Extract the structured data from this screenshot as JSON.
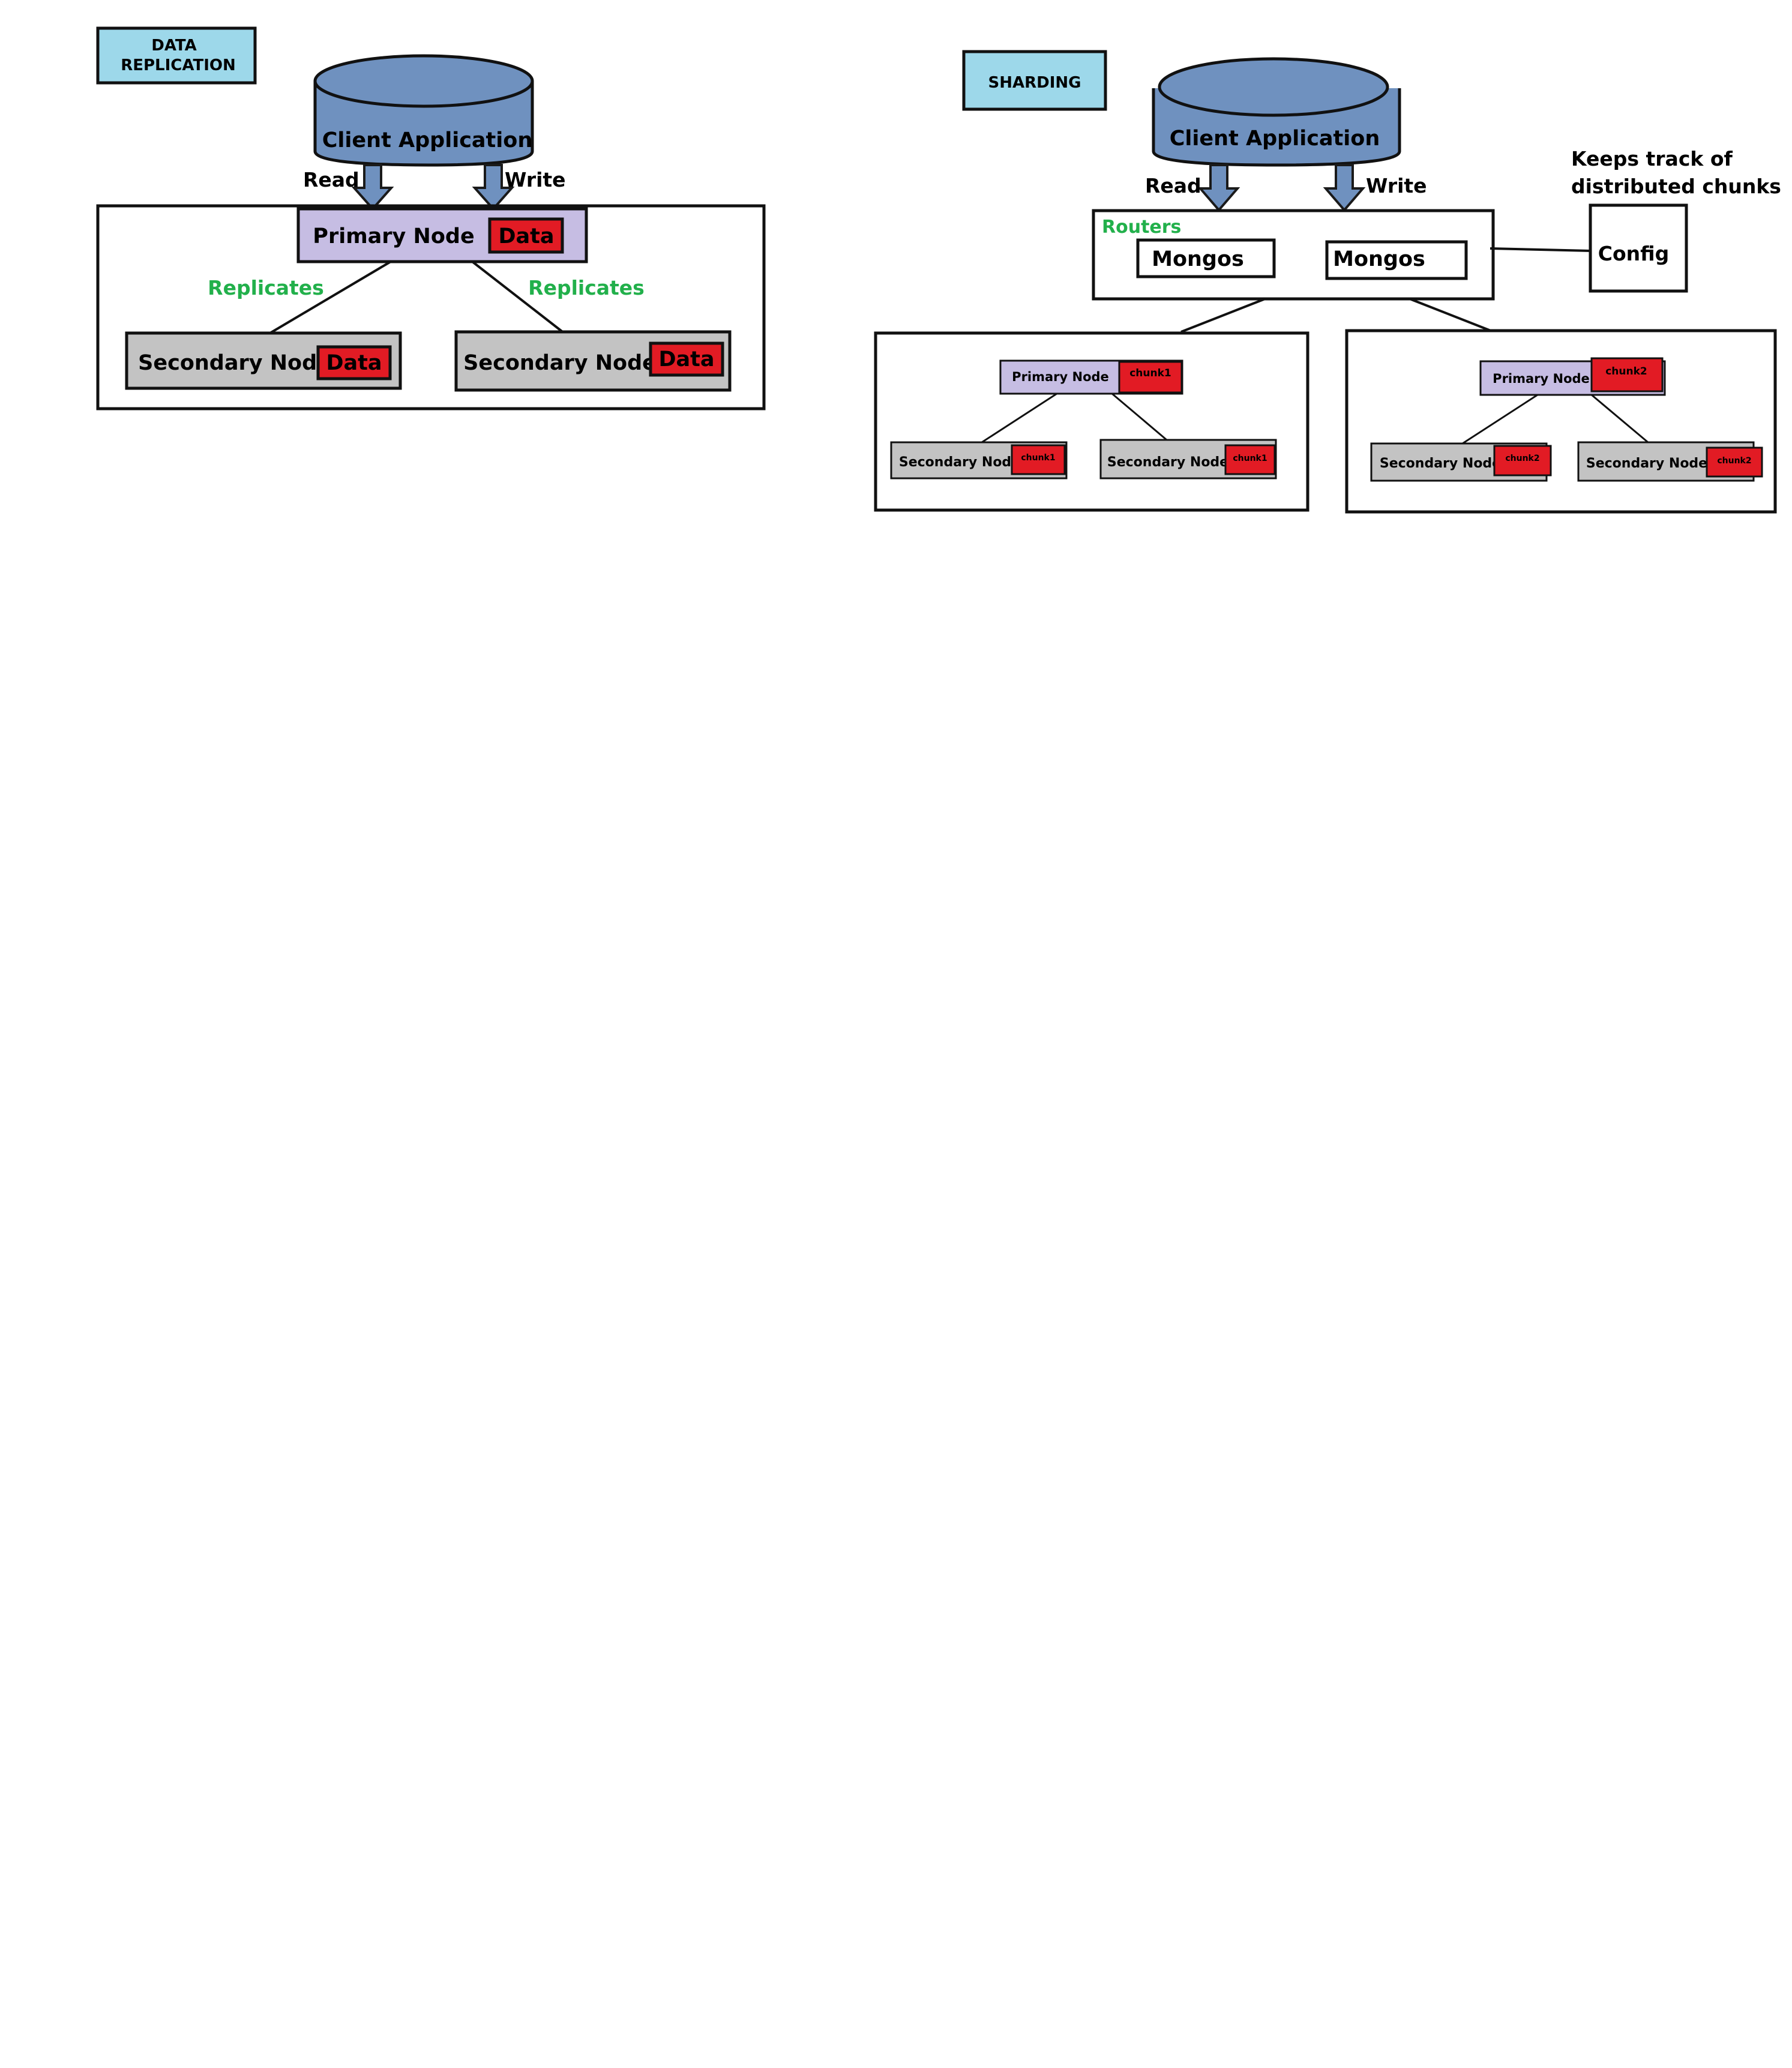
{
  "colors": {
    "cylinder": "#6f91bf",
    "primary_node": "#c6bde3",
    "secondary_node": "#c3c3c3",
    "data_chip": "#e21b24",
    "replicates_text": "#22b04b",
    "routers_text": "#22b04b",
    "title_badge": "#9dd8ea",
    "stroke": "#111111"
  },
  "replication": {
    "title_line1": "DATA",
    "title_line2": "REPLICATION",
    "client": "Client Application",
    "read": "Read",
    "write": "Write",
    "primary_label": "Primary Node",
    "primary_chip": "Data",
    "replicates_left": "Replicates",
    "replicates_right": "Replicates",
    "secondary_left_label": "Secondary Node",
    "secondary_left_chip": "Data",
    "secondary_right_label": "Secondary Node",
    "secondary_right_chip": "Data"
  },
  "sharding": {
    "title": "SHARDING",
    "client": "Client Application",
    "read": "Read",
    "write": "Write",
    "routers": "Routers",
    "mongos_left": "Mongos",
    "mongos_right": "Mongos",
    "config": "Config",
    "config_note_line1": "Keeps track of",
    "config_note_line2": "distributed chunks",
    "shard1": {
      "primary_label": "Primary Node",
      "primary_chip": "chunk1",
      "secondary_left_label": "Secondary Node",
      "secondary_left_chip": "chunk1",
      "secondary_right_label": "Secondary Node",
      "secondary_right_chip": "chunk1"
    },
    "shard2": {
      "primary_label": "Primary Node",
      "primary_chip": "chunk2",
      "secondary_left_label": "Secondary Node",
      "secondary_left_chip": "chunk2",
      "secondary_right_label": "Secondary Node",
      "secondary_right_chip": "chunk2"
    }
  }
}
